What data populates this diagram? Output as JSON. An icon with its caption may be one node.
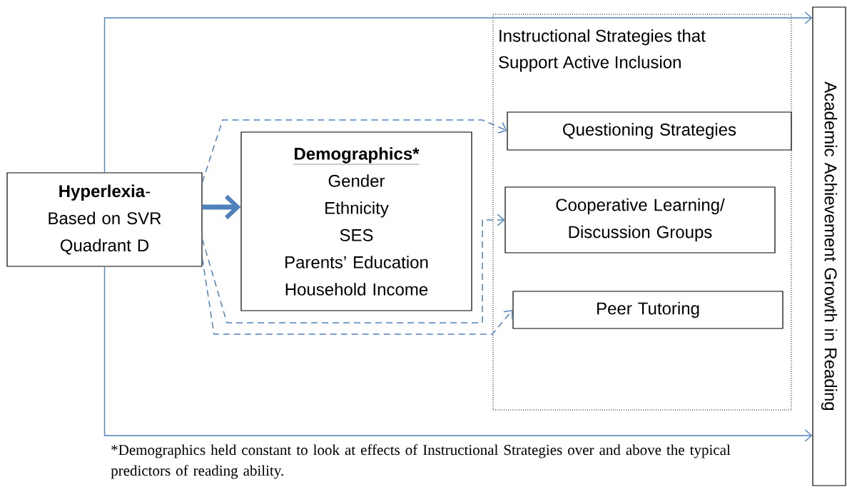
{
  "diagram": {
    "nodes": [
      {
        "text": [
          "**Hyperlexia**-",
          "Based on SVR Quadrant D"
        ]
      },
      {
        "text": [
          "Demographics*",
          "Gender",
          "Ethnicity",
          "SES",
          "Parents’ Education",
          "Household Income"
        ]
      },
      {
        "text": [
          "Instructional Strategies that Support Active Inclusion"
        ]
      },
      {
        "text": [
          "Questioning Strategies"
        ],
        "in": 2
      },
      {
        "text": [
          "Cooperative Learning/ Discussion Groups"
        ],
        "in": 2
      },
      {
        "text": [
          "Peer Tutoring"
        ],
        "in": 2
      },
      {
        "text": [
          "Academic Achievement Growth in Reading"
        ]
      }
    ],
    "edges": [
      {
        "from": 0,
        "to": 6,
        "arrow": "to"
      },
      {
        "from": 0,
        "to": 1,
        "arrow": "to",
        "style": "thick"
      },
      {
        "from": 0,
        "to": 3,
        "arrow": "to",
        "style": "dashed"
      },
      {
        "from": 0,
        "to": 4,
        "arrow": "to",
        "style": "dashed"
      },
      {
        "from": 0,
        "to": 5,
        "arrow": "to",
        "style": "dashed"
      },
      {
        "from": 0,
        "to": 6,
        "arrow": "to"
      }
    ],
    "labels": [
      "*Demographics held constant to look at effects of Instructional Strategies over and above the typical predictors of reading ability."
    ]
  }
}
